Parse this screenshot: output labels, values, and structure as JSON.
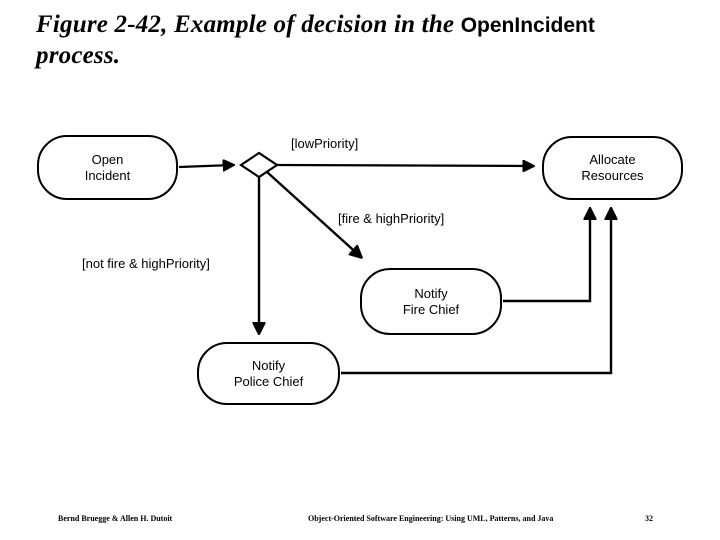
{
  "title": {
    "prefix": "Figure 2-42, Example of decision in the ",
    "highlight": "OpenIncident",
    "suffix": "process."
  },
  "diagram": {
    "type": "uml-activity-decision",
    "nodes": {
      "open_incident": {
        "line1": "Open",
        "line2": "Incident"
      },
      "allocate_resources": {
        "line1": "Allocate",
        "line2": "Resources"
      },
      "notify_fire_chief": {
        "line1": "Notify",
        "line2": "Fire Chief"
      },
      "notify_police_chief": {
        "line1": "Notify",
        "line2": "Police Chief"
      }
    },
    "guards": {
      "low_priority": "[lowPriority]",
      "fire_high_priority": "[fire & highPriority]",
      "not_fire_high_priority": "[not fire & highPriority]"
    }
  },
  "footer": {
    "authors": "Bernd Bruegge & Allen H. Dutoit",
    "book": "Object-Oriented Software Engineering: Using UML, Patterns, and Java",
    "page": "32"
  },
  "colors": {
    "ink": "#000000",
    "background": "#ffffff"
  }
}
